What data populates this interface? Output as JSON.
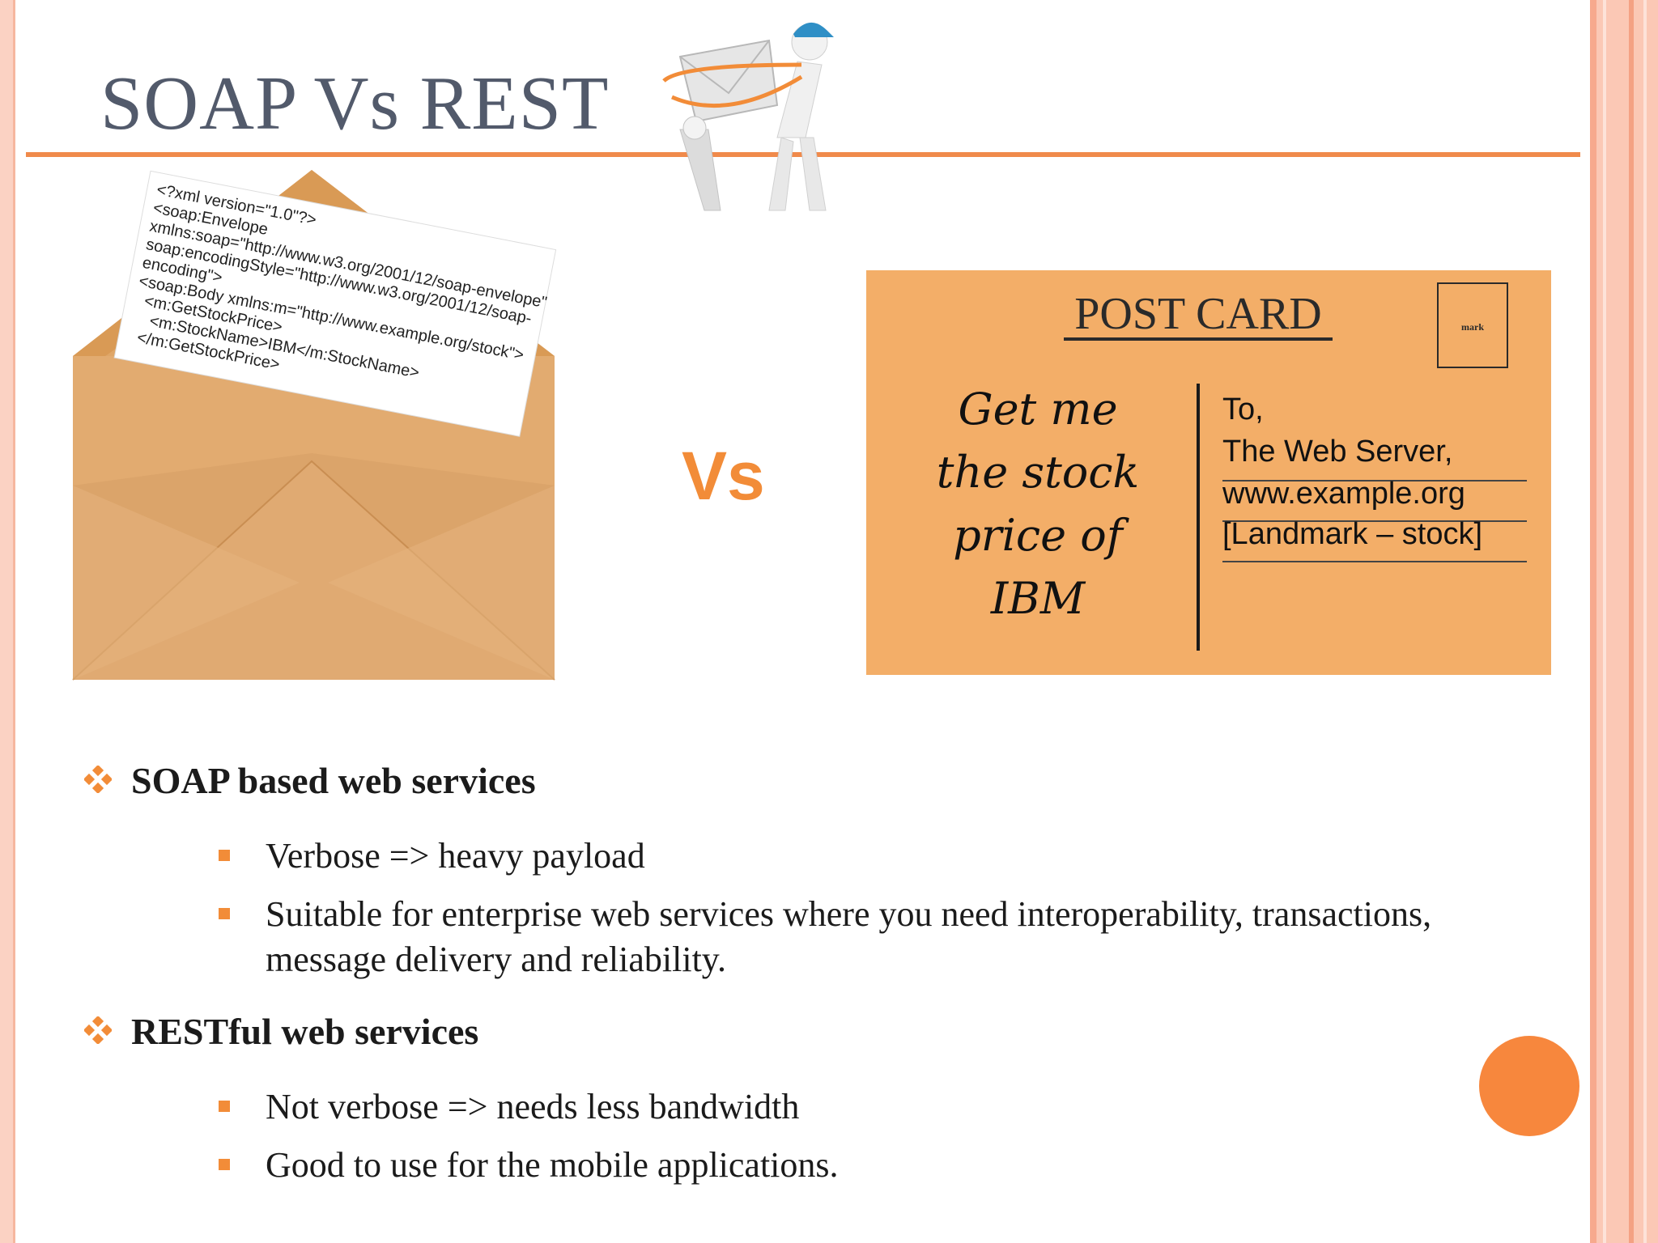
{
  "slide": {
    "title": "SOAP Vs REST",
    "vs_label": "Vs",
    "colors": {
      "accent": "#f08a4b",
      "title": "#525a6b",
      "frame": "#fbc8b5"
    }
  },
  "envelope": {
    "letter_lines": [
      "<?xml version=\"1.0\"?>",
      "<soap:Envelope",
      "xmlns:soap=\"http://www.w3.org/2001/12/soap-envelope\"",
      "soap:encodingStyle=\"http://www.w3.org/2001/12/soap-",
      "encoding\">",
      "<soap:Body xmlns:m=\"http://www.example.org/stock\">",
      "  <m:GetStockPrice>",
      "    <m:StockName>IBM</m:StockName>",
      "  </m:GetStockPrice>"
    ]
  },
  "postcard": {
    "header": "POST CARD",
    "stamp": "mark",
    "message_lines": [
      "Get me",
      "the stock",
      "price of",
      "IBM"
    ],
    "address_lines": [
      "To,",
      "The Web Server,",
      "www.example.org",
      "[Landmark – stock]"
    ]
  },
  "bullets": [
    {
      "label": "SOAP based web services",
      "items": [
        "Verbose => heavy payload",
        "Suitable for enterprise web services where you need interoperability, transactions, message delivery and reliability."
      ]
    },
    {
      "label": "RESTful web services",
      "items": [
        "Not verbose => needs less bandwidth",
        "Good to use for the mobile applications."
      ]
    }
  ]
}
